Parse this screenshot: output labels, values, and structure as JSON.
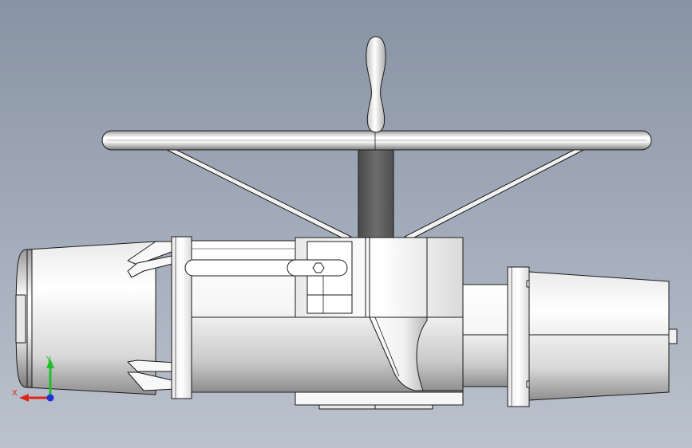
{
  "viewport": {
    "background_top": "#8893a3",
    "background_bottom": "#bcc3ce"
  },
  "model": {
    "part": "actuator-with-handwheel",
    "view": "front",
    "line_color": "#1a1a1a"
  },
  "triad": {
    "x_label": "X",
    "y_label": "Y",
    "x_color": "#e0261b",
    "y_color": "#1fbf2a",
    "z_color": "#1c33d6"
  }
}
